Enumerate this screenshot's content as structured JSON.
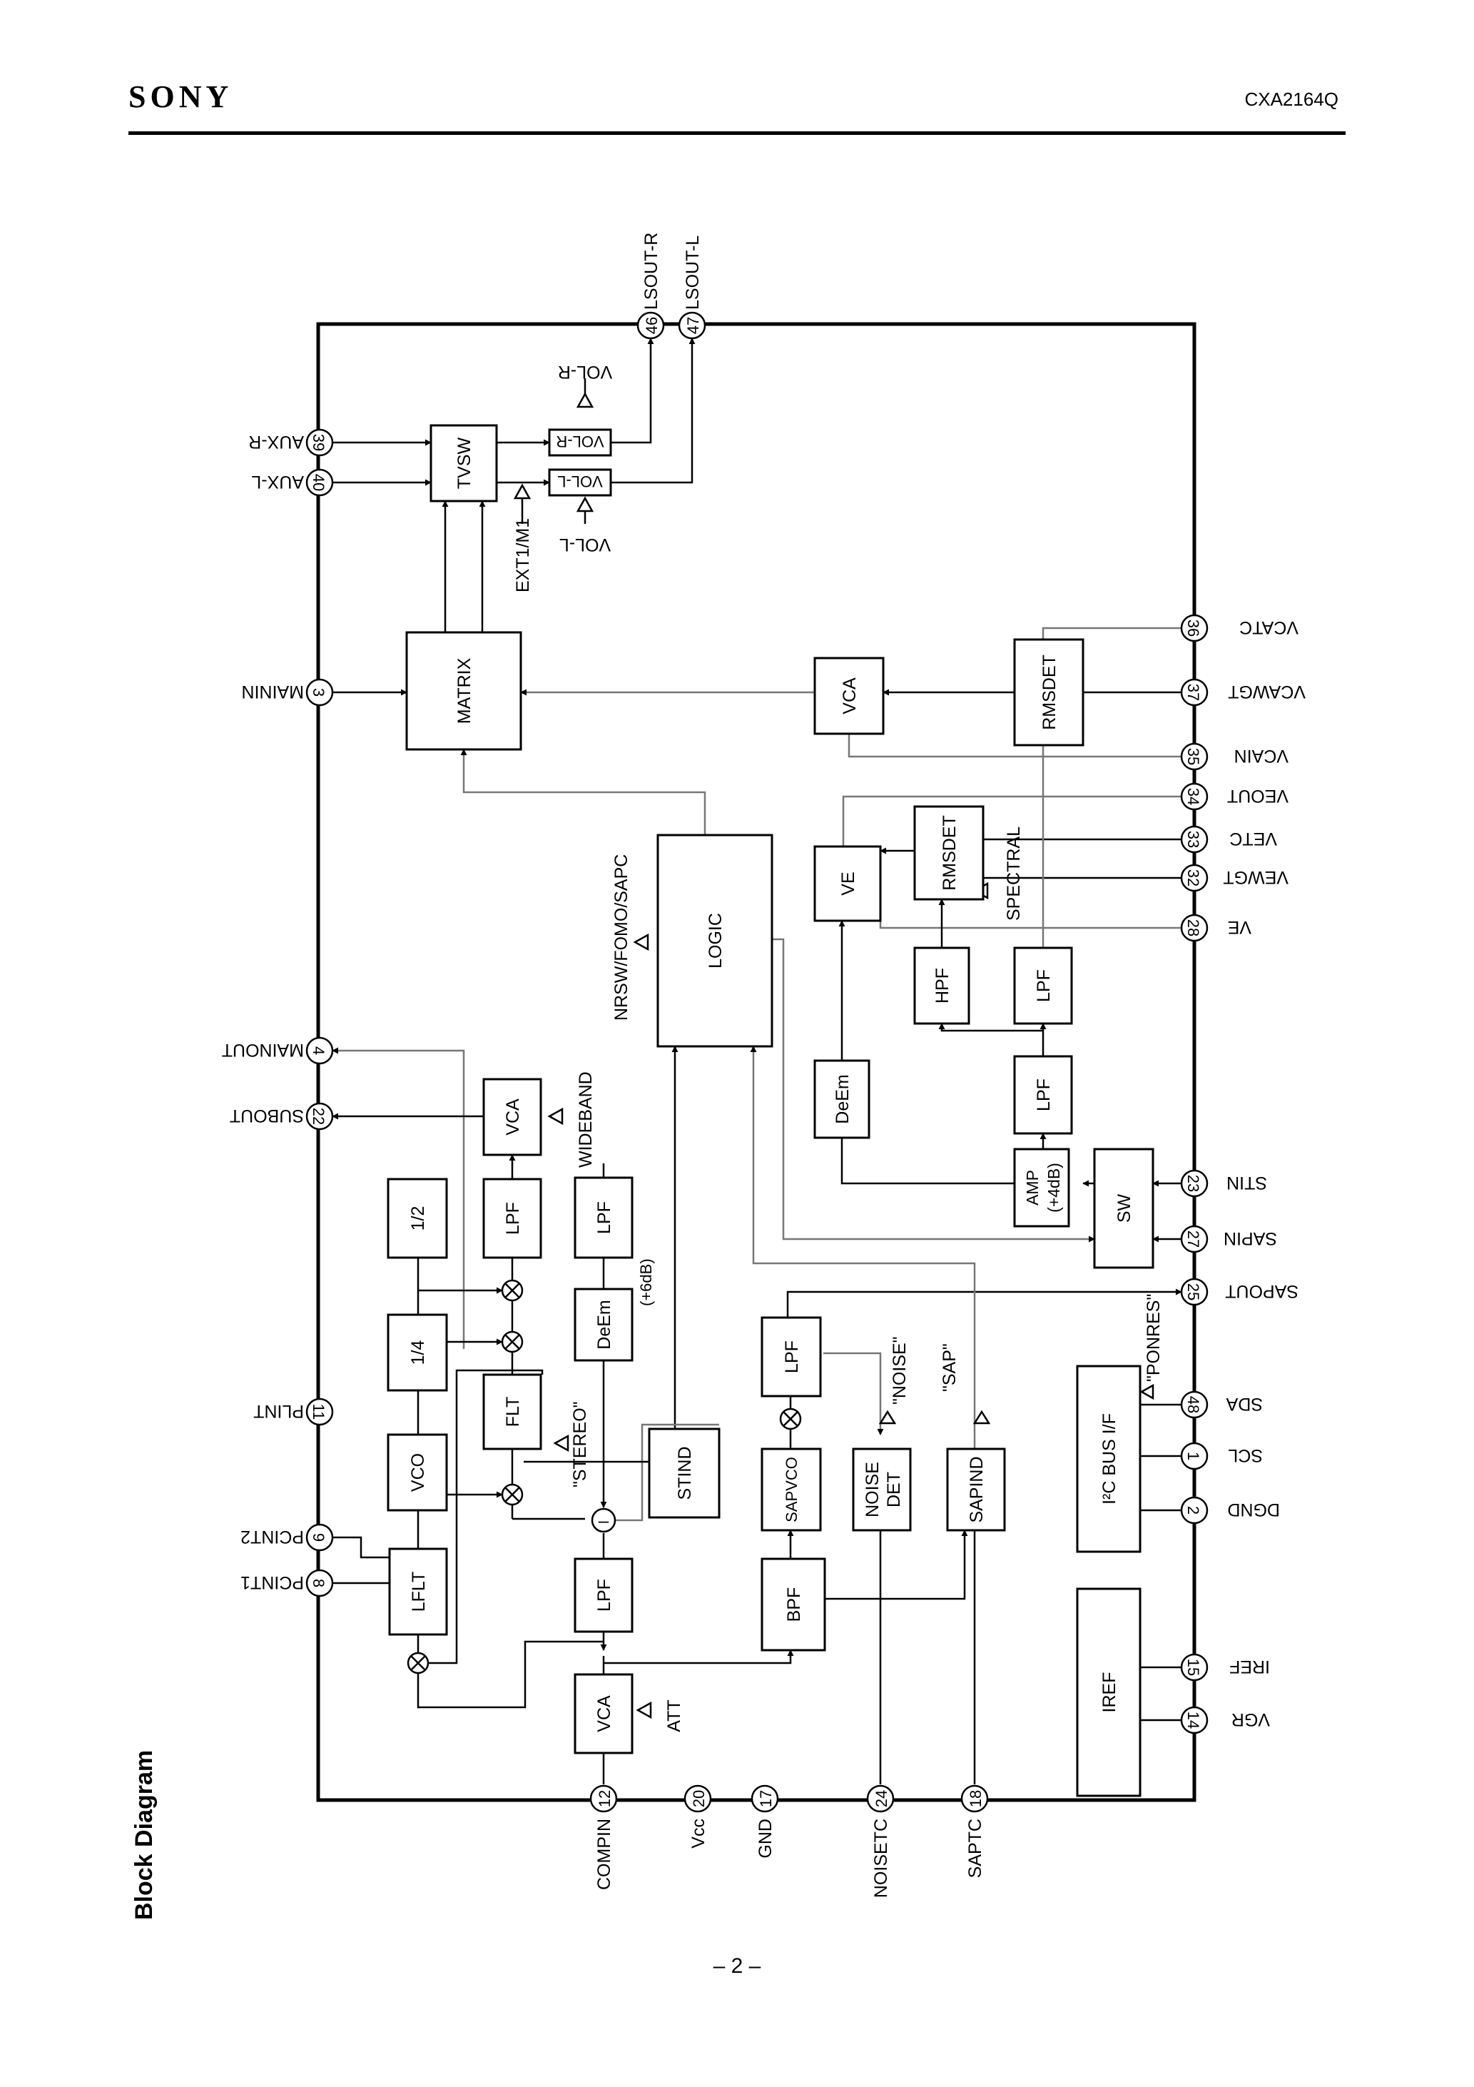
{
  "header": {
    "brand": "SONY",
    "part_number": "CXA2164Q"
  },
  "section_title": "Block Diagram",
  "page_number": "– 2 –",
  "pins": {
    "p46": {
      "num": "46",
      "name": "LSOUT-R"
    },
    "p47": {
      "num": "47",
      "name": "LSOUT-L"
    },
    "p39": {
      "num": "39",
      "name": "AUX-R"
    },
    "p40": {
      "num": "40",
      "name": "AUX-L"
    },
    "p3": {
      "num": "3",
      "name": "MAININ"
    },
    "p4": {
      "num": "4",
      "name": "MAINOUT"
    },
    "p22": {
      "num": "22",
      "name": "SUBOUT"
    },
    "p11": {
      "num": "11",
      "name": "PLINT"
    },
    "p9": {
      "num": "9",
      "name": "PCINT2"
    },
    "p8": {
      "num": "8",
      "name": "PCINT1"
    },
    "p12": {
      "num": "12",
      "name": "COMPIN"
    },
    "p20": {
      "num": "20",
      "name": "Vcc"
    },
    "p17": {
      "num": "17",
      "name": "GND"
    },
    "p24": {
      "num": "24",
      "name": "NOISETC"
    },
    "p18": {
      "num": "18",
      "name": "SAPTC"
    },
    "p36": {
      "num": "36",
      "name": "VCATC"
    },
    "p37": {
      "num": "37",
      "name": "VCAWGT"
    },
    "p35": {
      "num": "35",
      "name": "VCAIN"
    },
    "p34": {
      "num": "34",
      "name": "VEOUT"
    },
    "p33": {
      "num": "33",
      "name": "VETC"
    },
    "p32": {
      "num": "32",
      "name": "VEWGT"
    },
    "p28": {
      "num": "28",
      "name": "VE"
    },
    "p23": {
      "num": "23",
      "name": "STIN"
    },
    "p27": {
      "num": "27",
      "name": "SAPIN"
    },
    "p25": {
      "num": "25",
      "name": "SAPOUT"
    },
    "p48": {
      "num": "48",
      "name": "SDA"
    },
    "p1": {
      "num": "1",
      "name": "SCL"
    },
    "p2": {
      "num": "2",
      "name": "DGND"
    },
    "p15": {
      "num": "15",
      "name": "IREF"
    },
    "p14": {
      "num": "14",
      "name": "VGR"
    }
  },
  "blocks": {
    "tvsw": "TVSW",
    "volr": "VOL-R",
    "voll": "VOL-L",
    "matrix": "MATRIX",
    "vca_ve": "VCA",
    "rmsdet_top": "RMSDET",
    "logic": "LOGIC",
    "ve": "VE",
    "rmsdet_mid": "RMSDET",
    "hpf": "HPF",
    "lpf_spec": "LPF",
    "deem_main": "DeEm",
    "lpf_main": "LPF",
    "amp_line1": "AMP",
    "amp_line2": "(+4dB)",
    "sw": "SW",
    "vca_sub": "VCA",
    "half": "1/2",
    "lpf_l1": "LPF",
    "lpf_l2": "LPF",
    "quarter": "1/4",
    "deem_sub": "DeEm",
    "flt": "FLT",
    "vco": "VCO",
    "stind": "STIND",
    "lflt": "LFLT",
    "lpf_in": "LPF",
    "vca_in": "VCA",
    "lpf_sap": "LPF",
    "sapvco": "SAPVCO",
    "noise_det_line1": "NOISE",
    "noise_det_line2": "DET",
    "sapind": "SAPIND",
    "bpf": "BPF",
    "i2c_bus": "I²C BUS I/F",
    "iref": "IREF",
    "minus": "–"
  },
  "labels": {
    "volr_ctrl": "VOL-R",
    "voll_ctrl": "VOL-L",
    "ext": "EXT1/M1",
    "nrsw": "NRSW/FOMO/SAPC",
    "spectral": "SPECTRAL",
    "wideband": "WIDEBAND",
    "plus6db": "(+6dB)",
    "stereo": "\"STEREO\"",
    "noise": "\"NOISE\"",
    "sap": "\"SAP\"",
    "ponres": "\"PONRES\"",
    "att": "ATT"
  }
}
